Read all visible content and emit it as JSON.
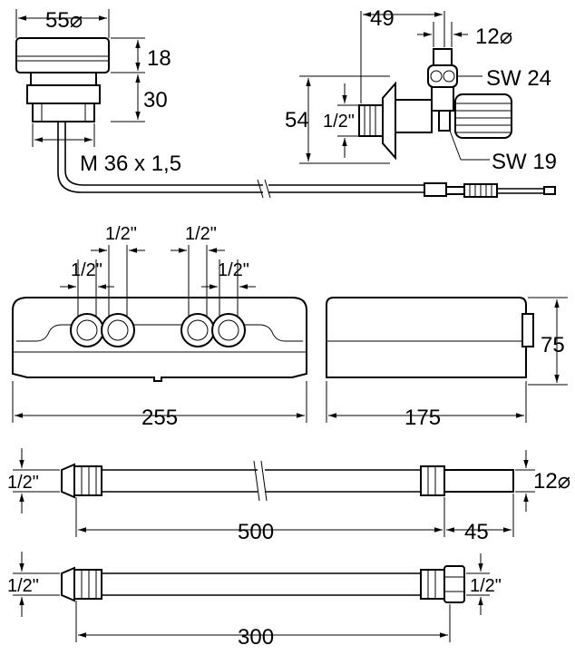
{
  "labels": {
    "sensor_diameter": "55⌀",
    "sensor_cap_height": "18",
    "sensor_body_height": "30",
    "sensor_thread": "M 36 x 1,5",
    "valve_width": "49",
    "valve_stem_diameter": "12⌀",
    "valve_sw24": "SW 24",
    "valve_height": "54",
    "valve_connection": "1/2\"",
    "valve_sw19": "SW 19",
    "box_top_half1": "1/2\"",
    "box_top_half2": "1/2\"",
    "box_top_half3": "1/2\"",
    "box_top_half4": "1/2\"",
    "box_front_width": "255",
    "box_side_width": "175",
    "box_side_height": "75",
    "hose1_left_connection": "1/2\"",
    "hose1_length": "500",
    "hose1_tail_length": "45",
    "hose1_tail_diameter": "12⌀",
    "hose2_left_connection": "1/2\"",
    "hose2_right_connection": "1/2\"",
    "hose2_length": "300"
  }
}
